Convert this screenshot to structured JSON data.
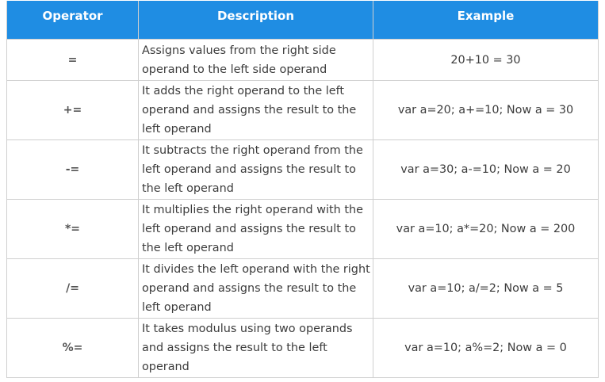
{
  "table": {
    "headers": [
      "Operator",
      "Description",
      "Example"
    ],
    "rows": [
      {
        "operator": "=",
        "description": "Assigns values from the right side operand to the left side operand",
        "example": "20+10 = 30"
      },
      {
        "operator": "+=",
        "description": "It adds the right operand to the left operand and assigns the result to the left operand",
        "example": "var a=20; a+=10; Now a = 30"
      },
      {
        "operator": "-=",
        "description": "It subtracts the right operand from the left operand and assigns the result to the left operand",
        "example": "var a=30; a-=10; Now a = 20"
      },
      {
        "operator": "*=",
        "description": "It multiplies the right operand with the left operand and assigns the result to the left operand",
        "example": "var a=10; a*=20; Now a = 200"
      },
      {
        "operator": "/=",
        "description": "It divides the left operand with the right operand and assigns the result to the left operand",
        "example": "var a=10; a/=2; Now a = 5"
      },
      {
        "operator": "%=",
        "description": "It takes modulus using two operands and assigns the result to the left operand",
        "example": "var a=10; a%=2; Now a = 0"
      }
    ]
  },
  "colors": {
    "header_bg": "#1f8de3",
    "header_text": "#ffffff",
    "border": "#cfcfcf",
    "body_text": "#3c3c3c"
  }
}
